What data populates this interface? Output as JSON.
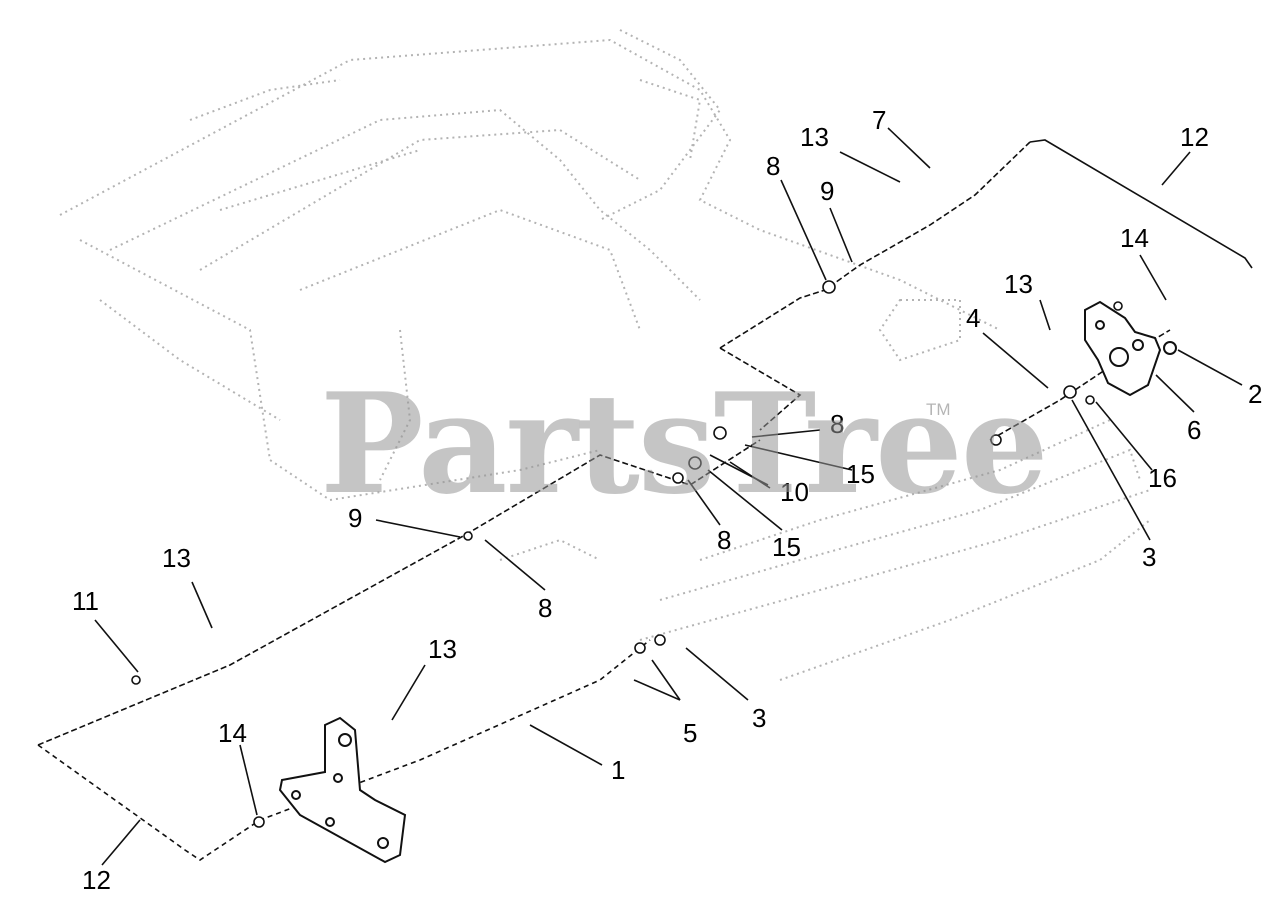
{
  "watermark": {
    "brand": "PartsTree",
    "trademark": "TM"
  },
  "callouts": [
    {
      "id": "c13a",
      "text": "13"
    },
    {
      "id": "c7",
      "text": "7"
    },
    {
      "id": "c12a",
      "text": "12"
    },
    {
      "id": "c8a",
      "text": "8"
    },
    {
      "id": "c9a",
      "text": "9"
    },
    {
      "id": "c14a",
      "text": "14"
    },
    {
      "id": "c13b",
      "text": "13"
    },
    {
      "id": "c4",
      "text": "4"
    },
    {
      "id": "c2",
      "text": "2"
    },
    {
      "id": "c6",
      "text": "6"
    },
    {
      "id": "c8b",
      "text": "8"
    },
    {
      "id": "c15a",
      "text": "15"
    },
    {
      "id": "c10",
      "text": "10"
    },
    {
      "id": "c16",
      "text": "16"
    },
    {
      "id": "c9b",
      "text": "9"
    },
    {
      "id": "c8c",
      "text": "8"
    },
    {
      "id": "c15b",
      "text": "15"
    },
    {
      "id": "c3a",
      "text": "3"
    },
    {
      "id": "c13c",
      "text": "13"
    },
    {
      "id": "c8d",
      "text": "8"
    },
    {
      "id": "c11",
      "text": "11"
    },
    {
      "id": "c13d",
      "text": "13"
    },
    {
      "id": "c14b",
      "text": "14"
    },
    {
      "id": "c5",
      "text": "5"
    },
    {
      "id": "c3b",
      "text": "3"
    },
    {
      "id": "c1",
      "text": "1"
    },
    {
      "id": "c12b",
      "text": "12"
    }
  ]
}
